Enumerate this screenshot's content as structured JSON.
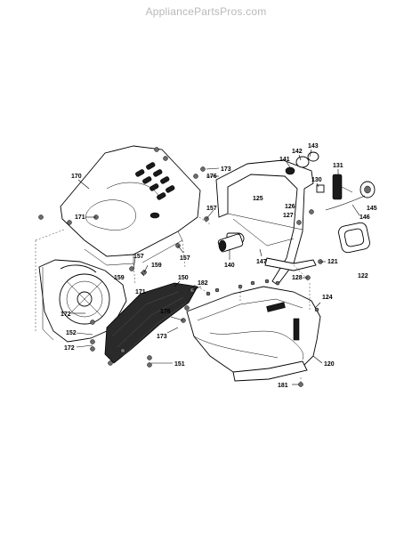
{
  "watermark": "AppliancePartsPros.com",
  "part_labels": [
    {
      "id": "p143",
      "text": "143"
    },
    {
      "id": "p142",
      "text": "142"
    },
    {
      "id": "p141",
      "text": "141"
    },
    {
      "id": "p131",
      "text": "131"
    },
    {
      "id": "p130",
      "text": "130"
    },
    {
      "id": "p145",
      "text": "145"
    },
    {
      "id": "p146",
      "text": "146"
    },
    {
      "id": "p173a",
      "text": "173"
    },
    {
      "id": "p176a",
      "text": "176"
    },
    {
      "id": "p170",
      "text": "170"
    },
    {
      "id": "p125",
      "text": "125"
    },
    {
      "id": "p126",
      "text": "126"
    },
    {
      "id": "p127",
      "text": "127"
    },
    {
      "id": "p157a",
      "text": "157"
    },
    {
      "id": "p171a",
      "text": "171"
    },
    {
      "id": "p140",
      "text": "140"
    },
    {
      "id": "p147",
      "text": "147"
    },
    {
      "id": "p121",
      "text": "121"
    },
    {
      "id": "p122",
      "text": "122"
    },
    {
      "id": "p128",
      "text": "128"
    },
    {
      "id": "p157b",
      "text": "157"
    },
    {
      "id": "p157c",
      "text": "157"
    },
    {
      "id": "p159a",
      "text": "159"
    },
    {
      "id": "p171b",
      "text": "171"
    },
    {
      "id": "p159b",
      "text": "159"
    },
    {
      "id": "p150",
      "text": "150"
    },
    {
      "id": "p182",
      "text": "182"
    },
    {
      "id": "p124",
      "text": "124"
    },
    {
      "id": "p172a",
      "text": "172"
    },
    {
      "id": "p176b",
      "text": "176"
    },
    {
      "id": "p152",
      "text": "152"
    },
    {
      "id": "p173b",
      "text": "173"
    },
    {
      "id": "p172b",
      "text": "172"
    },
    {
      "id": "p151",
      "text": "151"
    },
    {
      "id": "p120",
      "text": "120"
    },
    {
      "id": "p181",
      "text": "181"
    }
  ]
}
